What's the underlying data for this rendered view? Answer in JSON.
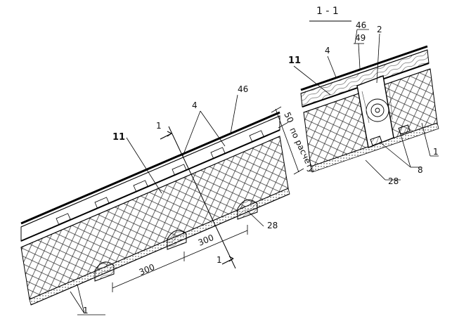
{
  "section_title": "1 - 1",
  "left_view": {
    "labels": {
      "p11": "11",
      "p4": "4",
      "p46": "46",
      "p28": "28",
      "p1": "1"
    },
    "cut_marks": {
      "top": "1",
      "bottom": "1"
    },
    "dims": {
      "d50": "50",
      "calc": "по расчету",
      "d300a": "300",
      "d300b": "300"
    }
  },
  "section_view": {
    "labels": {
      "p46": "46",
      "p49": "49",
      "p2": "2",
      "p4": "4",
      "p11": "11",
      "p1": "1",
      "p8": "8",
      "p28": "28"
    }
  }
}
